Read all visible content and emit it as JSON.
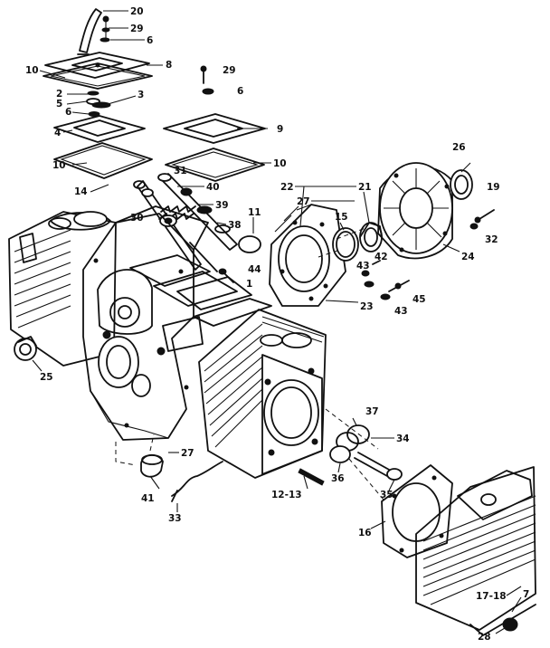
{
  "diagram": {
    "callouts": [
      {
        "id": "c20",
        "text": "20"
      },
      {
        "id": "c29a",
        "text": "29"
      },
      {
        "id": "c6a",
        "text": "6"
      },
      {
        "id": "c8",
        "text": "8"
      },
      {
        "id": "c10a",
        "text": "10"
      },
      {
        "id": "c29b",
        "text": "29"
      },
      {
        "id": "c6b",
        "text": "6"
      },
      {
        "id": "c2",
        "text": "2"
      },
      {
        "id": "c5",
        "text": "5"
      },
      {
        "id": "c3",
        "text": "3"
      },
      {
        "id": "c6c",
        "text": "6"
      },
      {
        "id": "c4",
        "text": "4"
      },
      {
        "id": "c9",
        "text": "9"
      },
      {
        "id": "c10b",
        "text": "10"
      },
      {
        "id": "c10c",
        "text": "10"
      },
      {
        "id": "c14",
        "text": "14"
      },
      {
        "id": "c31",
        "text": "31"
      },
      {
        "id": "c40",
        "text": "40"
      },
      {
        "id": "c39",
        "text": "39"
      },
      {
        "id": "c30",
        "text": "30"
      },
      {
        "id": "c38a",
        "text": "38"
      },
      {
        "id": "c11",
        "text": "11"
      },
      {
        "id": "c22",
        "text": "22"
      },
      {
        "id": "c27a",
        "text": "27"
      },
      {
        "id": "c21",
        "text": "21"
      },
      {
        "id": "c15",
        "text": "15"
      },
      {
        "id": "c26a",
        "text": "26"
      },
      {
        "id": "c19",
        "text": "19"
      },
      {
        "id": "c32",
        "text": "32"
      },
      {
        "id": "c24",
        "text": "24"
      },
      {
        "id": "c42",
        "text": "42"
      },
      {
        "id": "c43a",
        "text": "43"
      },
      {
        "id": "c44",
        "text": "44"
      },
      {
        "id": "c1",
        "text": "1"
      },
      {
        "id": "c23",
        "text": "23"
      },
      {
        "id": "c45",
        "text": "45"
      },
      {
        "id": "c43b",
        "text": "43"
      },
      {
        "id": "c25",
        "text": "25"
      },
      {
        "id": "c37",
        "text": "37"
      },
      {
        "id": "c34",
        "text": "34"
      },
      {
        "id": "c27b",
        "text": "27"
      },
      {
        "id": "c41",
        "text": "41"
      },
      {
        "id": "c36",
        "text": "36"
      },
      {
        "id": "c35",
        "text": "35"
      },
      {
        "id": "c12",
        "text": "12-13"
      },
      {
        "id": "c33",
        "text": "33"
      },
      {
        "id": "c16",
        "text": "16"
      },
      {
        "id": "c17",
        "text": "17-18"
      },
      {
        "id": "c7",
        "text": "7"
      },
      {
        "id": "c28",
        "text": "28"
      }
    ]
  }
}
